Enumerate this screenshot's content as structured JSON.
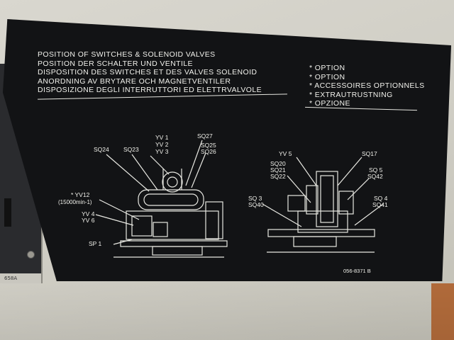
{
  "plate": {
    "titles": [
      "POSITION OF SWITCHES & SOLENOID VALVES",
      "POSITION DER SCHALTER UND VENTILE",
      "DISPOSITION DES SWITCHES ET DES VALVES SOLENOID",
      "ANORDNING AV BRYTARE OCH MAGNETVENTILER",
      "DISPOSIZIONE DEGLI INTERRUTTORI ED ELETTRVALVOLE"
    ],
    "options": [
      "* OPTION",
      "* OPTION",
      "* ACCESSOIRES OPTIONNELS",
      "* EXTRAUTRUSTNING",
      "* OPZIONE"
    ],
    "left_labels": {
      "sq24": "SQ24",
      "sq23": "SQ23",
      "yv1": "YV 1",
      "yv2": "YV 2",
      "yv3": "YV 3",
      "sq27": "SQ27",
      "sq25": "SQ25",
      "sq26": "SQ26",
      "yv12": "* YV12",
      "rpm": "(15000min-1)",
      "yv4": "YV 4",
      "yv6": "YV 6",
      "sp1": "SP 1"
    },
    "right_labels": {
      "yv5": "YV 5",
      "sq17": "SQ17",
      "sq20": "SQ20",
      "sq21": "SQ21",
      "sq22": "SQ22",
      "sq5": "SQ 5",
      "sq42": "SQ42",
      "sq3": "SQ 3",
      "sq40": "SQ40",
      "sq4": "SQ 4",
      "sq41": "SQ41"
    },
    "part_number": "056-8371 B"
  },
  "side_panel": {
    "tag": "658A"
  },
  "colors": {
    "plate": "#121315",
    "print": "#f1f1ec",
    "frame": "#d3d1c9"
  }
}
